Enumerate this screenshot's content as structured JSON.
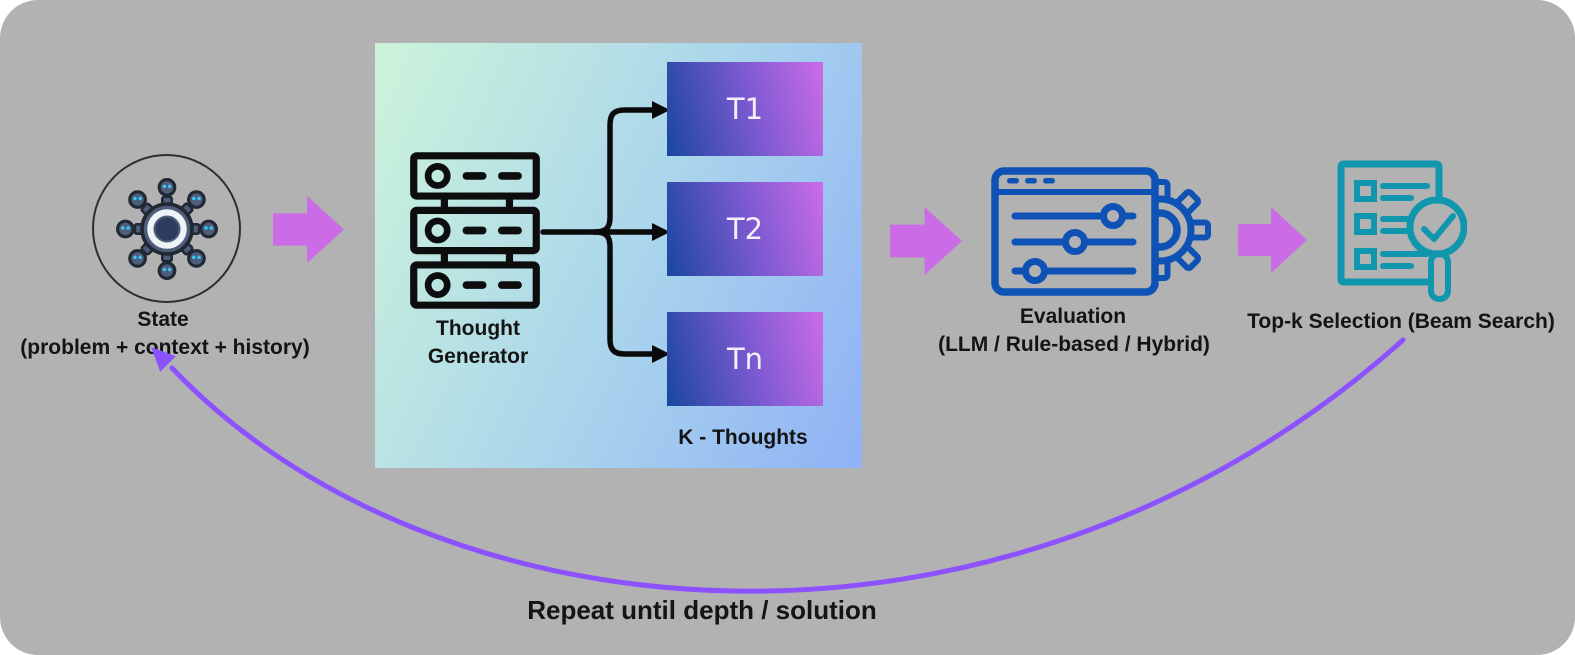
{
  "diagram": {
    "state": {
      "title": "State",
      "subtitle": "(problem + context + history)"
    },
    "thought_generator": {
      "label_line1": "Thought",
      "label_line2": "Generator"
    },
    "thoughts": {
      "items": [
        "T1",
        "T2",
        "Tn"
      ],
      "caption": "K - Thoughts"
    },
    "evaluation": {
      "title": "Evaluation",
      "subtitle": "(LLM / Rule-based / Hybrid)"
    },
    "topk": {
      "title": "Top-k Selection (Beam Search)"
    },
    "loop": {
      "caption": "Repeat until depth / solution"
    }
  },
  "icons": {
    "state": "network-hub-icon",
    "generator": "server-stack-icon",
    "evaluation": "sliders-gear-icon",
    "topk": "checklist-search-icon",
    "flow": "right-arrow-icon",
    "loop": "curved-loop-arrow-icon"
  },
  "colors": {
    "canvas_bg": "#b2b2b2",
    "flow_arrow": "#cb6ce6",
    "loop_arrow": "#8c52ff",
    "evaluation_blue": "#0e52b6",
    "topk_teal": "#1097ad",
    "connector_black": "#0a0a0a",
    "panel_gradient_start": "#cdf4da",
    "panel_gradient_end": "#8fb1f6",
    "thought_gradient_start": "#19479e",
    "thought_gradient_end": "#cb6ce6",
    "thought_text": "#f4f1fb",
    "hub_slate": "#4e5d7a",
    "hub_outline": "#212833",
    "hub_center": "#2d3c5e",
    "hub_dot_cyan": "#38c6f4"
  }
}
